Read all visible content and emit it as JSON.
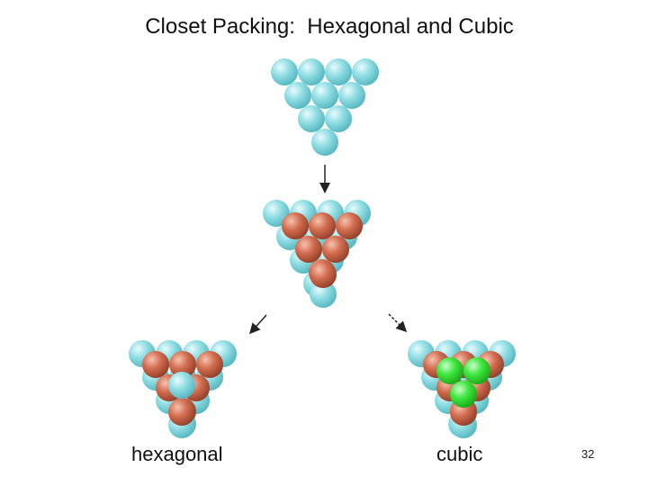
{
  "title": "Closet Packing:  Hexagonal and Cubic",
  "captions": {
    "hexagonal": "hexagonal",
    "cubic": "cubic"
  },
  "slide_number": "32",
  "colors": {
    "layer_a": "#7fd7de",
    "layer_b": "#cf6a4e",
    "layer_c": "#3be23b",
    "arrow": "#222222"
  }
}
